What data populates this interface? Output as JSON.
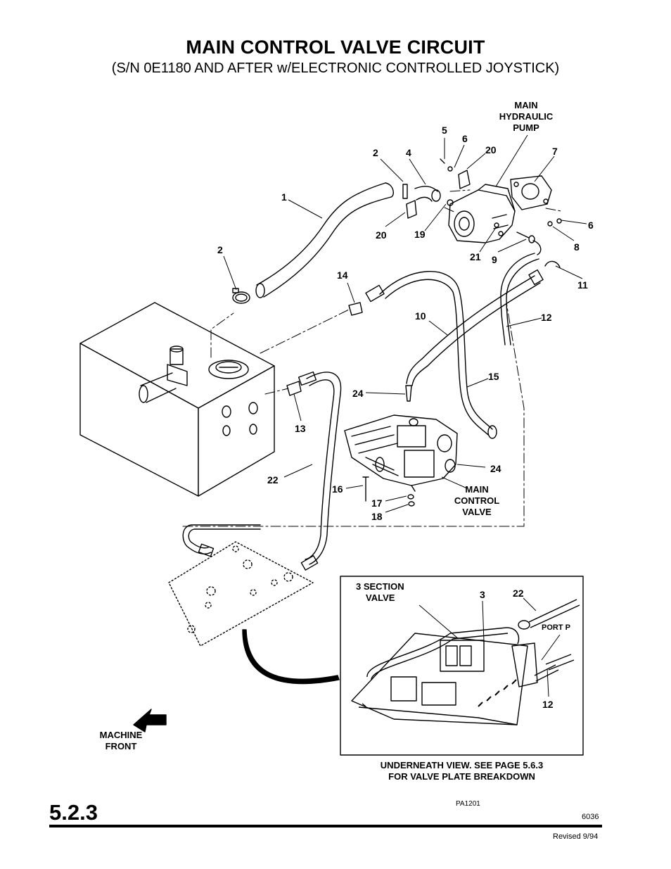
{
  "header": {
    "title": "MAIN CONTROL VALVE CIRCUIT",
    "subtitle": "(S/N 0E1180 AND AFTER w/ELECTRONIC CONTROLLED JOYSTICK)"
  },
  "callouts": {
    "c1": "1",
    "c2a": "2",
    "c2b": "2",
    "c3": "3",
    "c4": "4",
    "c5": "5",
    "c6a": "6",
    "c6b": "6",
    "c7": "7",
    "c8": "8",
    "c9": "9",
    "c10": "10",
    "c11": "11",
    "c12a": "12",
    "c12b": "12",
    "c13": "13",
    "c14": "14",
    "c15": "15",
    "c16": "16",
    "c17": "17",
    "c18": "18",
    "c19": "19",
    "c20a": "20",
    "c20b": "20",
    "c21": "21",
    "c22a": "22",
    "c22b": "22",
    "c24a": "24",
    "c24b": "24"
  },
  "labels": {
    "pump_l1": "MAIN",
    "pump_l2": "HYDRAULIC",
    "pump_l3": "PUMP",
    "mcv_l1": "MAIN",
    "mcv_l2": "CONTROL",
    "mcv_l3": "VALVE",
    "sec_l1": "3 SECTION",
    "sec_l2": "VALVE",
    "port_p": "PORT P",
    "front_l1": "MACHINE",
    "front_l2": "FRONT",
    "under_l1": "UNDERNEATH VIEW.  SEE PAGE 5.6.3",
    "under_l2": "FOR VALVE PLATE BREAKDOWN"
  },
  "footer": {
    "page_number": "5.2.3",
    "figure_id": "PA1201",
    "doc_number": "6036",
    "revised": "Revised 9/94"
  }
}
